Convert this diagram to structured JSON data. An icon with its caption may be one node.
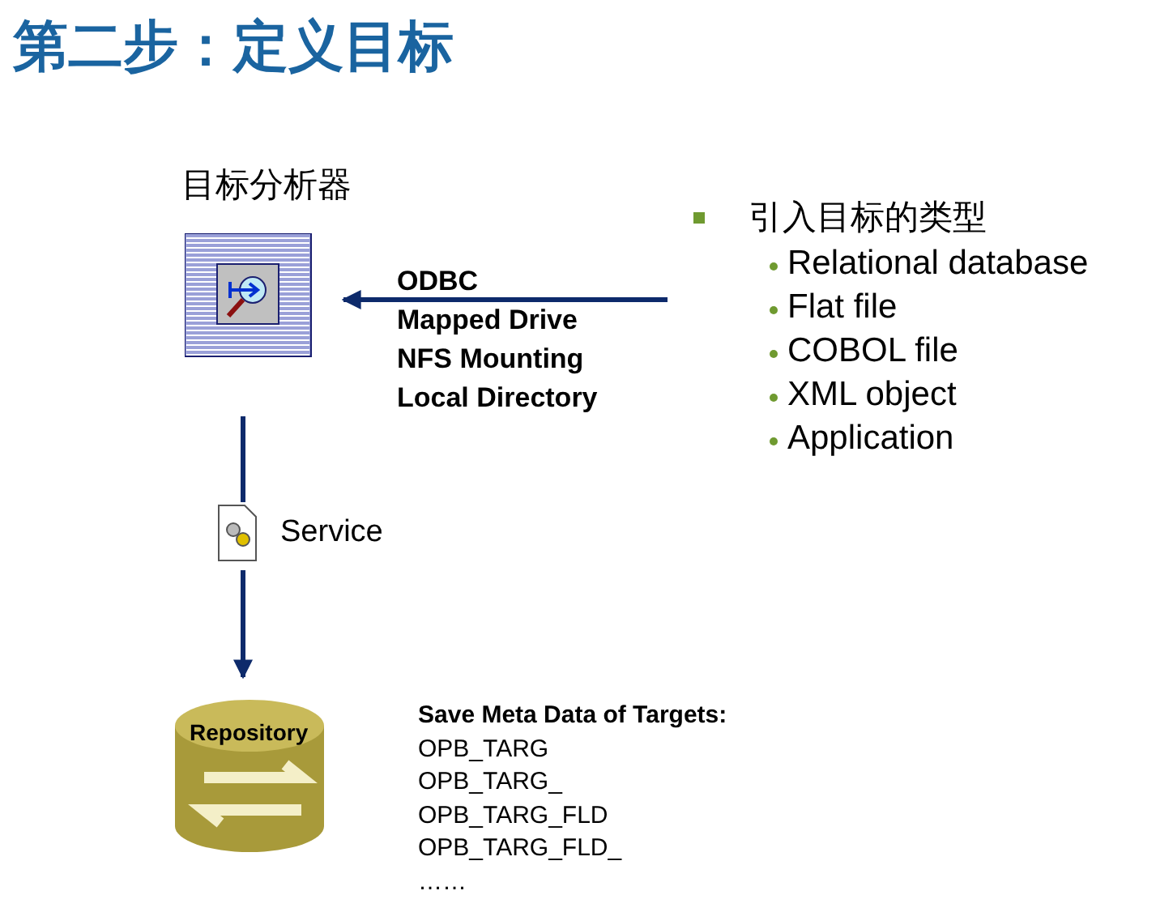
{
  "diagram": {
    "title": "第二步：定义目标",
    "nodes": [
      {
        "text": [
          "目标分析器"
        ]
      },
      {
        "text": [
          "引入目标的类型",
          "Relational database",
          "Flat file",
          "COBOL file",
          "XML object",
          "Application"
        ]
      },
      {
        "text": [
          "Service"
        ]
      },
      {
        "text": [
          "Repository"
        ]
      }
    ],
    "edges": [
      {
        "from": 1,
        "to": 0,
        "arrow": "to"
      },
      {
        "from": 0,
        "to": 2,
        "arrow": "none"
      },
      {
        "from": 2,
        "to": 3,
        "arrow": "to"
      }
    ],
    "labels": [
      "ODBC",
      "Mapped Drive",
      "NFS Mounting",
      "Local Directory",
      "Save Meta Data of Targets:",
      "OPB_TARG",
      "OPB_TARG_",
      "OPB_TARG_FLD",
      "OPB_TARG_FLD_",
      "……"
    ]
  }
}
